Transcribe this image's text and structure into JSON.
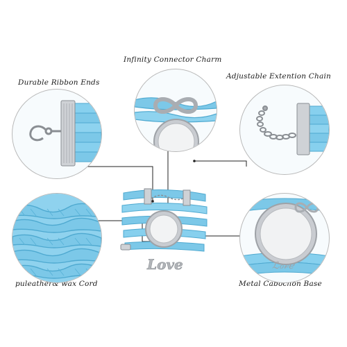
{
  "labels": {
    "ribbon_ends": "Durable Ribbon Ends",
    "infinity_connector": "Infinity Connector Charm",
    "extension_chain": "Adjustable  Extention Chain",
    "wax_cord": "puleather& wax Cord",
    "cabochon_base": "Metal Cabochon Base"
  },
  "charm_text": "Love",
  "colors": {
    "cord": "#7cc8e8",
    "cord_dark": "#4ea9d0",
    "metal": "#c9ccd1",
    "connector": "#222222"
  },
  "icons": [
    "lobster-clasp-icon",
    "infinity-charm-icon",
    "extension-chain-icon",
    "cabochon-tray-icon",
    "love-charm-icon"
  ]
}
